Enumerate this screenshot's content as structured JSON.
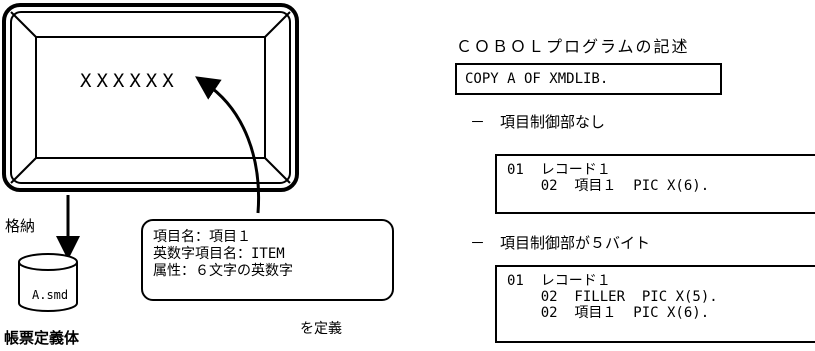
{
  "screen": {
    "placeholder_text": "XXXXXX"
  },
  "storage": {
    "label": "格納"
  },
  "form_file": {
    "name": "A.smd",
    "caption": "帳票定義体"
  },
  "definition": {
    "lines": [
      "項目名：項目１",
      "英数字項目名：ITEM",
      "属性：６文字の英数字"
    ],
    "caption": "を定義"
  },
  "cobol": {
    "title": "ＣＯＢＯＬプログラムの記述",
    "copy_statement": "COPY A OF XMDLIB.",
    "cases": [
      {
        "heading": "－　項目制御部なし",
        "code": [
          "01  レコード１",
          "    02  項目１  PIC X(6)."
        ]
      },
      {
        "heading": "－　項目制御部が５バイト",
        "code": [
          "01  レコード１",
          "    02  FILLER  PIC X(5).",
          "    02  項目１  PIC X(6)."
        ]
      }
    ]
  }
}
